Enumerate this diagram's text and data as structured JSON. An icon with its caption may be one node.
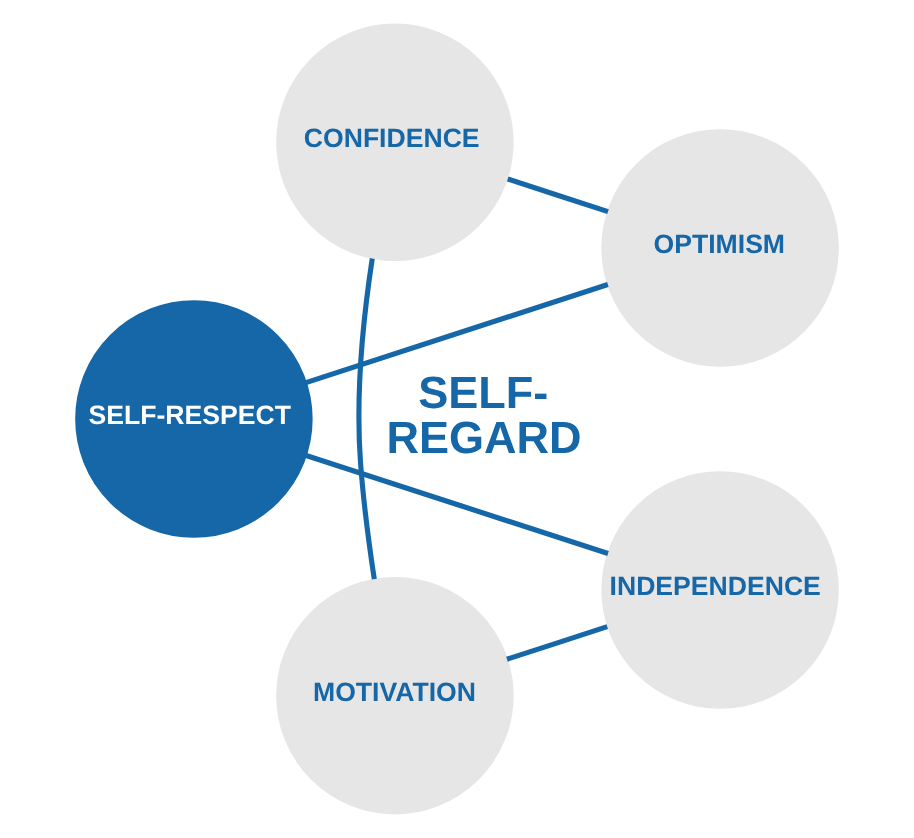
{
  "diagram": {
    "nodes": [
      {
        "text": [
          "SELF- REGARD"
        ]
      },
      {
        "text": [
          "OPTIMISM"
        ]
      },
      {
        "text": [
          "CONFIDENCE"
        ]
      },
      {
        "text": [
          "SELF-RESPECT"
        ]
      },
      {
        "text": [
          "MOTIVATION"
        ]
      },
      {
        "text": [
          "INDEPENDENCE"
        ]
      }
    ],
    "edges": [
      {
        "from": 1,
        "to": 3,
        "arrow": "none"
      },
      {
        "from": 3,
        "to": 5,
        "arrow": "none"
      },
      {
        "from": 5,
        "to": 4,
        "arrow": "none"
      },
      {
        "from": 4,
        "to": 2,
        "arrow": "none"
      },
      {
        "from": 2,
        "to": 1,
        "arrow": "none"
      }
    ]
  }
}
